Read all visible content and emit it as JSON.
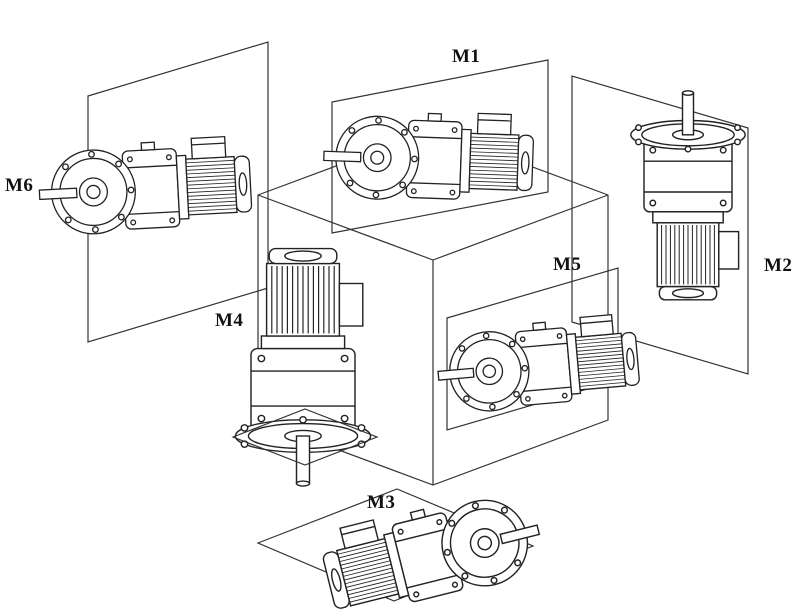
{
  "diagram": {
    "description": "Gearmotor mounting positions arranged around an isometric cube",
    "labels": {
      "m1": "M1",
      "m2": "M2",
      "m3": "M3",
      "m4": "M4",
      "m5": "M5",
      "m6": "M6"
    }
  }
}
